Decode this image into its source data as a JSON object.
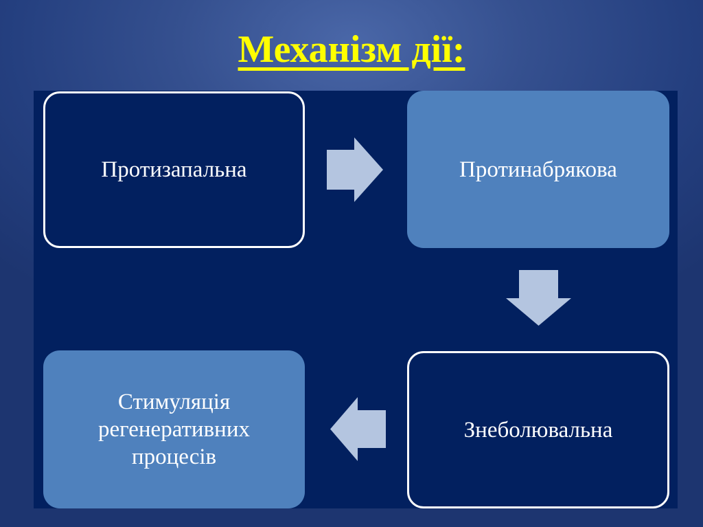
{
  "slide": {
    "title": "Механізм дії:",
    "colors": {
      "title": "#ffff00",
      "panel": "#02205f",
      "outline_box_fill": "#02205f",
      "outline_box_border": "#ffffff",
      "filled_box": "#4f81bd",
      "arrow": "#b4c5e0",
      "text": "#ffffff"
    }
  },
  "diagram": {
    "nodes": [
      {
        "id": 1,
        "label": "Протизапальна",
        "style": "outline"
      },
      {
        "id": 2,
        "label": "Протинабрякова",
        "style": "filled"
      },
      {
        "id": 3,
        "label": "Знеболювальна",
        "style": "outline"
      },
      {
        "id": 4,
        "label_lines": [
          "Стимуляція",
          "регенеративних",
          "процесів"
        ],
        "style": "filled"
      }
    ],
    "edges": [
      {
        "from": 1,
        "to": 2,
        "direction": "right",
        "icon": "arrow-right-icon"
      },
      {
        "from": 2,
        "to": 3,
        "direction": "down",
        "icon": "arrow-down-icon"
      },
      {
        "from": 3,
        "to": 4,
        "direction": "left",
        "icon": "arrow-left-icon"
      }
    ]
  }
}
